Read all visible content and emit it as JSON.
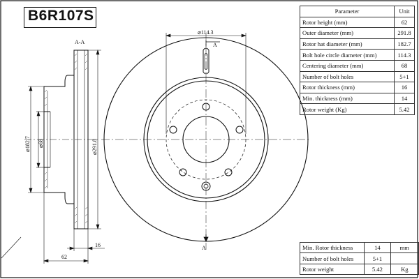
{
  "title": "B6R107S",
  "spec_table": {
    "header": {
      "parameter": "Parameter",
      "unit": "Unit"
    },
    "rows": [
      {
        "name": "Rotor height (mm)",
        "value": "62"
      },
      {
        "name": "Outer diameter (mm)",
        "value": "291.8"
      },
      {
        "name": "Rotor hat diameter (mm)",
        "value": "182.7"
      },
      {
        "name": "Bolt hole circle diameter (mm)",
        "value": "114.3"
      },
      {
        "name": "Centering diameter (mm)",
        "value": "68"
      },
      {
        "name": "Number of bolt holes",
        "value": "5+1"
      },
      {
        "name": "Rotor thickness (mm)",
        "value": "16"
      },
      {
        "name": "Min. thickness (mm)",
        "value": "14"
      },
      {
        "name": "Rotor weight (Kg)",
        "value": "5.42"
      }
    ]
  },
  "summary_table": {
    "rows": [
      {
        "name": "Min. Rotor thickness",
        "value": "14",
        "unit": "mm"
      },
      {
        "name": "Number of bolt holes",
        "value": "5+1",
        "unit": ""
      },
      {
        "name": "Rotor weight",
        "value": "5.42",
        "unit": "Kg"
      }
    ]
  },
  "drawing": {
    "section_label": "A-A",
    "cut_marker_top": "A",
    "cut_marker_bottom": "A",
    "dim_bolt_circle": "⌀114.3",
    "dim_hat_diameter": "⌀182.7",
    "dim_center_bore": "⌀68",
    "dim_outer_diameter": "⌀291.8",
    "dim_thickness": "16",
    "dim_height": "62"
  }
}
